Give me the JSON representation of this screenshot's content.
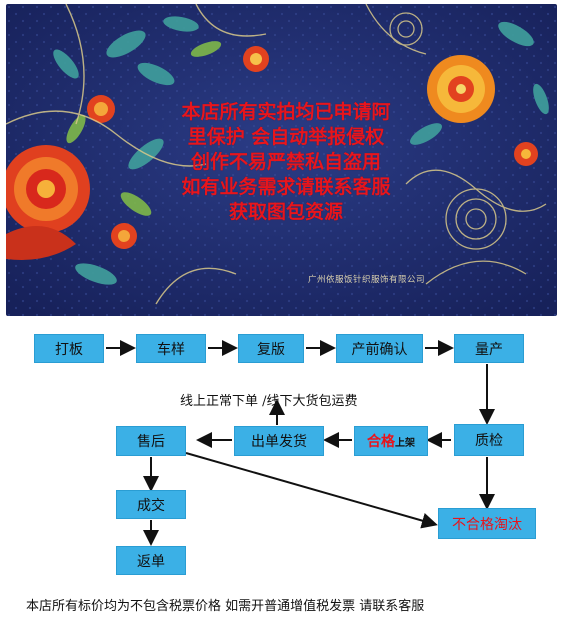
{
  "banner": {
    "notice_lines": [
      "本店所有实拍均已申请阿",
      "里保护 会自动举报侵权",
      "创作不易严禁私自盗用",
      "如有业务需求请联系客服",
      "获取图包资源"
    ],
    "company": "广州依服饭针织服饰有限公司",
    "colors": {
      "background": "#1f2d6e",
      "notice": "#e8151c"
    }
  },
  "flow": {
    "steps": {
      "dadan": "打板",
      "cheyang": "车样",
      "fuban": "复版",
      "chanqian": "产前确认",
      "liangchan": "量产",
      "zhijian": "质检",
      "hege": "合格",
      "hege_suffix": "上架",
      "chudan": "出单发货",
      "shouhou": "售后",
      "chengjiao": "成交",
      "fandan": "返单",
      "buhege": "不合格淘汰"
    },
    "caption": "线上正常下单 /线下大货包运费",
    "colors": {
      "box": "#3bb0e6",
      "highlight": "#e8151c"
    }
  },
  "footer": {
    "text": "本店所有标价均为不包含税票价格  如需开普通增值税发票 请联系客服"
  }
}
